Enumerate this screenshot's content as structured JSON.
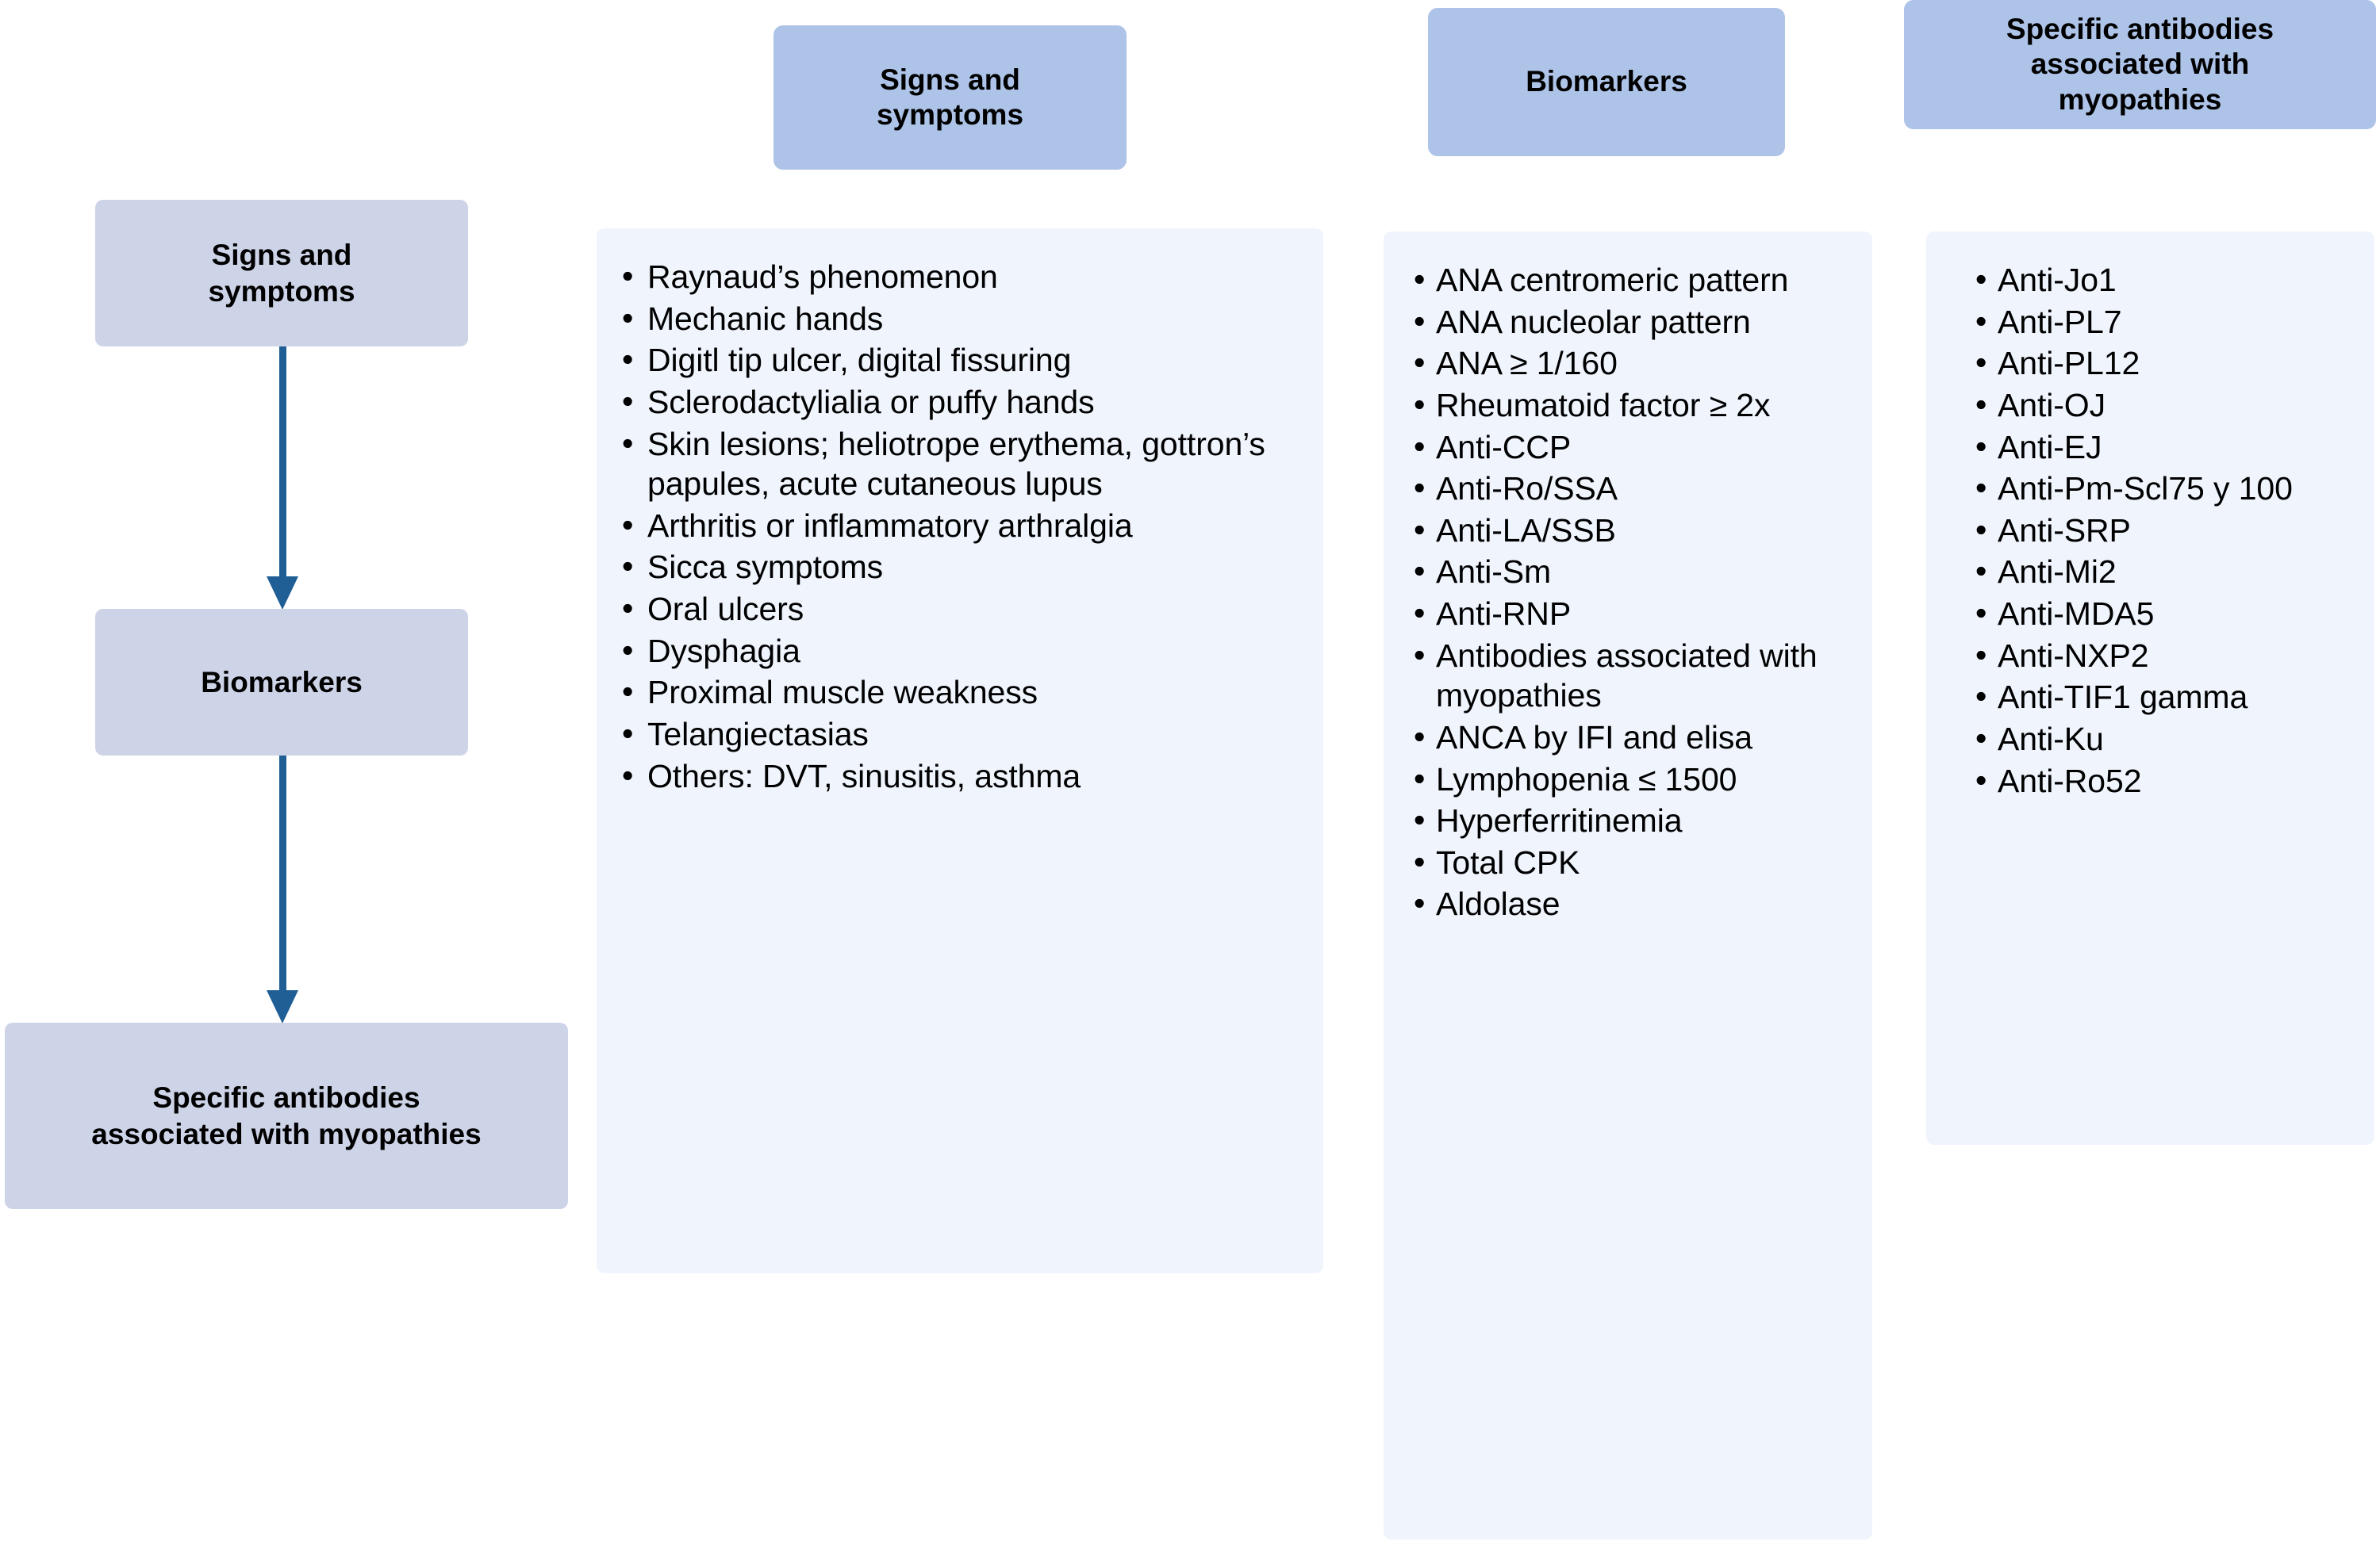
{
  "flow": {
    "steps": [
      {
        "label": "Signs and\nsymptoms"
      },
      {
        "label": "Biomarkers"
      },
      {
        "label": "Specific antibodies\nassociated with myopathies"
      }
    ],
    "arrow_color": "#1f5f96",
    "box_color": "#ced4e8"
  },
  "columns": [
    {
      "header": "Signs and\nsymptoms",
      "header_color": "#adc3e8",
      "panel_color": "#eff4fd",
      "items": [
        "Raynaud’s phenomenon",
        "Mechanic hands",
        "Digitl tip ulcer, digital fissuring",
        "Sclerodactylialia or puffy hands",
        "Skin lesions; heliotrope erythema, gottron’s papules, acute cutaneous lupus",
        "Arthritis or inflammatory arthralgia",
        "Sicca symptoms",
        "Oral ulcers",
        "Dysphagia",
        "Proximal muscle weakness",
        "Telangiectasias",
        "Others: DVT, sinusitis, asthma"
      ]
    },
    {
      "header": "Biomarkers",
      "header_color": "#adc3e8",
      "panel_color": "#eff4fd",
      "items": [
        "ANA centromeric pattern",
        "ANA nucleolar pattern",
        "ANA ≥ 1/160",
        "Rheumatoid factor ≥ 2x",
        "Anti-CCP",
        "Anti-Ro/SSA",
        "Anti-LA/SSB",
        "Anti-Sm",
        "Anti-RNP",
        "Antibodies associated with myopathies",
        "ANCA by IFI and elisa",
        "Lymphopenia ≤ 1500",
        "Hyperferritinemia",
        "Total CPK",
        "Aldolase"
      ]
    },
    {
      "header": "Specific antibodies\nassociated with\nmyopathies",
      "header_color": "#adc3e8",
      "panel_color": "#eff4fd",
      "items": [
        "Anti-Jo1",
        "Anti-PL7",
        "Anti-PL12",
        "Anti-OJ",
        "Anti-EJ",
        "Anti-Pm-Scl75 y 100",
        "Anti-SRP",
        "Anti-Mi2",
        "Anti-MDA5",
        "Anti-NXP2",
        "Anti-TIF1 gamma",
        "Anti-Ku",
        "Anti-Ro52"
      ]
    }
  ]
}
